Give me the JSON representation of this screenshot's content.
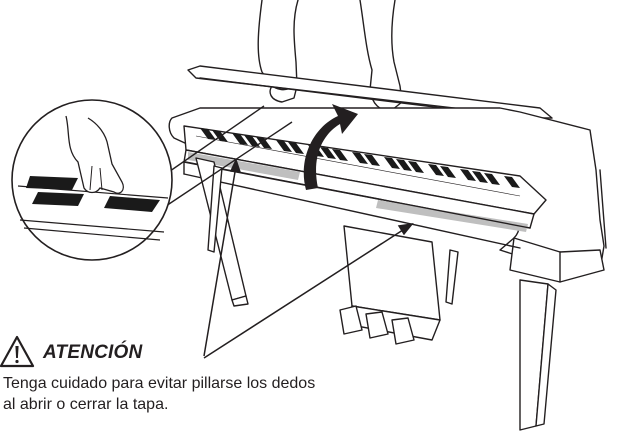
{
  "caution": {
    "title": "ATENCIÓN",
    "line1": "Tenga cuidado para evitar pillarse los dedos",
    "line2": "al abrir o cerrar la tapa."
  },
  "icons": {
    "warning": "warning-triangle-icon",
    "arrow": "curved-up-arrow-icon"
  },
  "colors": {
    "ink": "#231f20",
    "panel_gray": "#bfbfbf",
    "key_black": "#1a1a1a"
  }
}
